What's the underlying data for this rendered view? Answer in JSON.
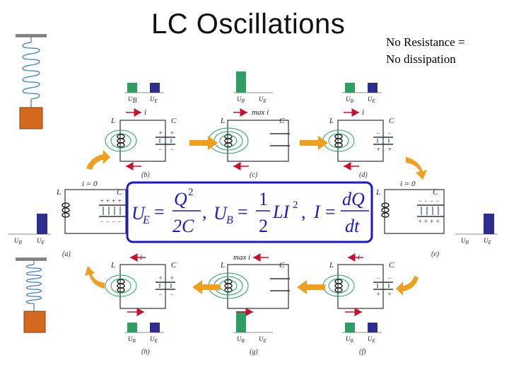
{
  "title": "LC Oscillations",
  "note": {
    "line1": "No Resistance =",
    "line2": "No dissipation"
  },
  "labels": {
    "L": "L",
    "C": "C",
    "i": "i",
    "max_i": "max i",
    "i_zero": "i = 0",
    "UB": "U",
    "UE": "U",
    "sub_B": "B",
    "sub_E": "E",
    "plus": "+",
    "minus": "−"
  },
  "panels": [
    "(a)",
    "(b)",
    "(c)",
    "(d)",
    "(e)",
    "(f)",
    "(g)",
    "(h)"
  ],
  "equation": {
    "UE": "U",
    "UE_sub": "E",
    "Q2": "Q",
    "sq": "2",
    "twoC": "2C",
    "UB": "U",
    "UB_sub": "B",
    "one": "1",
    "two": "2",
    "LI2": "LI",
    "I": "I",
    "dQ": "dQ",
    "dt": "dt",
    "eq": "=",
    "comma": ","
  },
  "energy_bars": {
    "b": {
      "UB": 0.5,
      "UE": 0.5
    },
    "c": {
      "UB": 1.0,
      "UE": 0.0
    },
    "d": {
      "UB": 0.5,
      "UE": 0.5
    },
    "e": {
      "UB": 0.0,
      "UE": 1.0
    },
    "f": {
      "UB": 0.5,
      "UE": 0.5
    },
    "g": {
      "UB": 1.0,
      "UE": 0.0
    },
    "h": {
      "UB": 0.5,
      "UE": 0.5
    },
    "a": {
      "UB": 0.0,
      "UE": 1.0
    }
  },
  "colors": {
    "UB_bar": "#2e9e63",
    "UE_bar": "#2e2e8c",
    "arrow": "#f0a020",
    "circuit": "#333333",
    "current_arrow": "#c8102e",
    "field_green": "#22a060",
    "field_blue": "#3050b0",
    "equation_box": "#1a1ac8",
    "spring_block": "#d2691e",
    "spring_coil": "#3a7cc8"
  }
}
